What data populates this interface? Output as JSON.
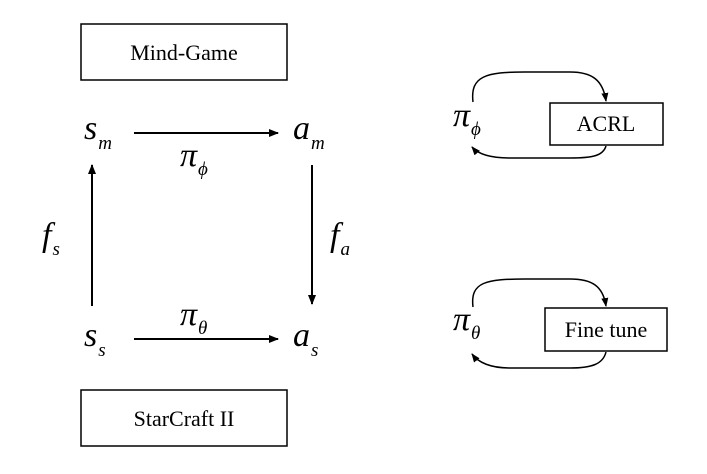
{
  "top_box": {
    "label": "Mind-Game"
  },
  "bottom_box": {
    "label": "StarCraft II"
  },
  "nodes": {
    "s_m": {
      "base": "s",
      "sub": "m"
    },
    "a_m": {
      "base": "a",
      "sub": "m"
    },
    "s_s": {
      "base": "s",
      "sub": "s"
    },
    "a_s": {
      "base": "a",
      "sub": "s"
    }
  },
  "edges": {
    "pi_phi": {
      "base": "π",
      "sub": "ϕ"
    },
    "pi_theta": {
      "base": "π",
      "sub": "θ"
    },
    "f_s": {
      "base": "f",
      "sub": "s"
    },
    "f_a": {
      "base": "f",
      "sub": "a"
    }
  },
  "side_loops": {
    "acrl": {
      "policy_base": "π",
      "policy_sub": "ϕ",
      "box_label": "ACRL"
    },
    "fine_tune": {
      "policy_base": "π",
      "policy_sub": "θ",
      "box_label": "Fine tune"
    }
  }
}
